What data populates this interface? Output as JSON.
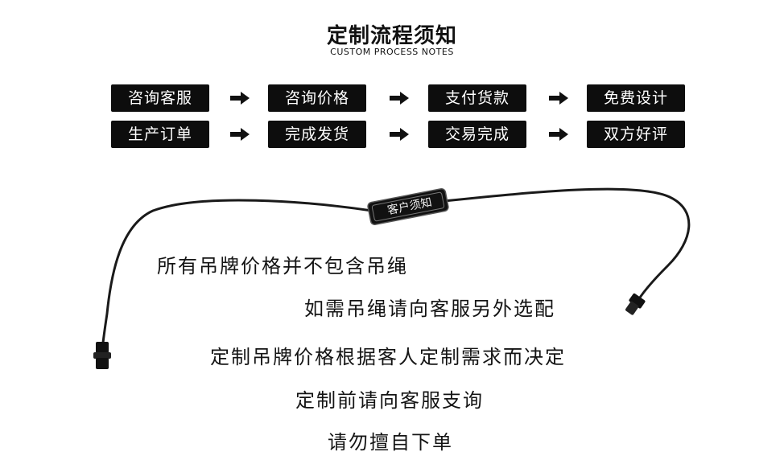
{
  "header": {
    "title": "定制流程须知",
    "subtitle": "CUSTOM PROCESS NOTES"
  },
  "process": {
    "row1": [
      "咨询客服",
      "咨询价格",
      "支付货款",
      "免费设计"
    ],
    "row2": [
      "生产订单",
      "完成发货",
      "交易完成",
      "双方好评"
    ]
  },
  "tag": {
    "label": "客户须知"
  },
  "notes": [
    "所有吊牌价格并不包含吊绳",
    "如需吊绳请向客服另外选配",
    "定制吊牌价格根据客人定制需求而决定",
    "定制前请向客服支询",
    "请勿擅自下单"
  ],
  "colors": {
    "step_bg": "#0d0d0d",
    "step_text": "#ffffff",
    "text": "#141414"
  },
  "icons": {
    "arrow": "right-arrow-icon"
  }
}
